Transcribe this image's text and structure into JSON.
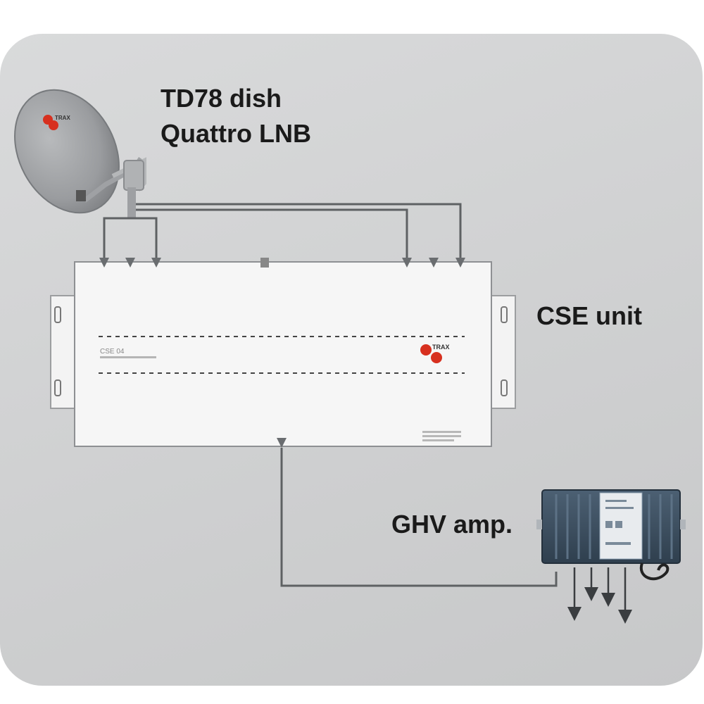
{
  "labels": {
    "dish_line1": "TD78 dish",
    "dish_line2": "Quattro LNB",
    "cse": "CSE unit",
    "ghv": "GHV amp."
  },
  "logos": {
    "brand": "TRAX"
  },
  "device_text": {
    "cse_model": "CSE 04"
  },
  "colors": {
    "background": "#c9cacb",
    "panel": "#d4d5d6",
    "cable": "#5e6163",
    "arrow": "#3a3d40",
    "brand_red": "#d7301f",
    "amp_body": "#3d5163",
    "unit_body": "#f6f6f6"
  }
}
